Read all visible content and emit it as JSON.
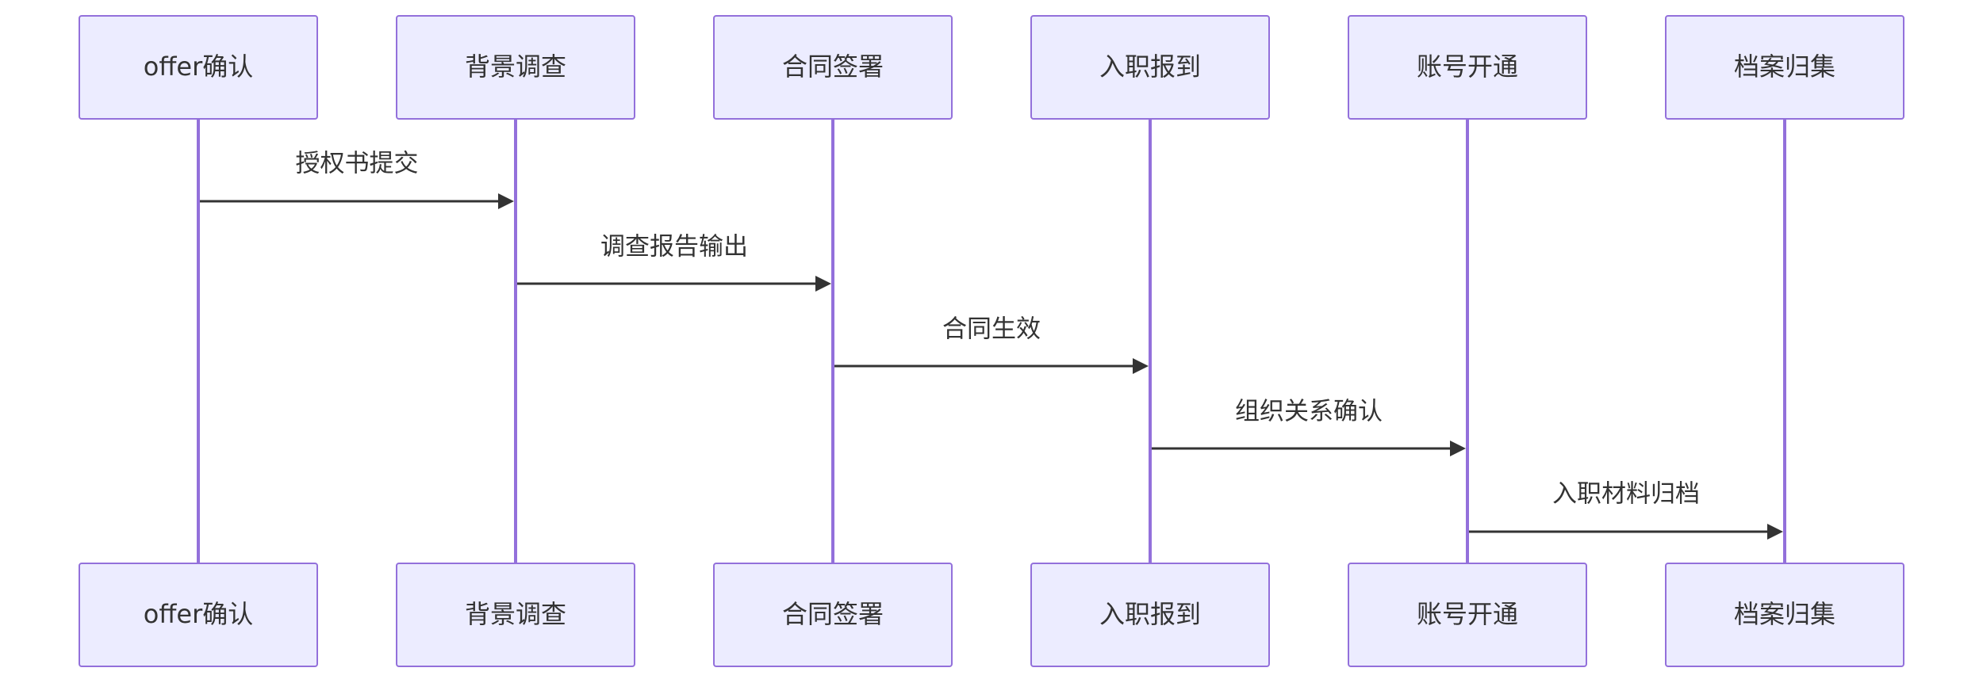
{
  "actors": [
    {
      "id": "a0",
      "label": "offer确认"
    },
    {
      "id": "a1",
      "label": "背景调查"
    },
    {
      "id": "a2",
      "label": "合同签署"
    },
    {
      "id": "a3",
      "label": "入职报到"
    },
    {
      "id": "a4",
      "label": "账号开通"
    },
    {
      "id": "a5",
      "label": "档案归集"
    }
  ],
  "messages": [
    {
      "from": 0,
      "to": 1,
      "label": "授权书提交"
    },
    {
      "from": 1,
      "to": 2,
      "label": "调查报告输出"
    },
    {
      "from": 2,
      "to": 3,
      "label": "合同生效"
    },
    {
      "from": 3,
      "to": 4,
      "label": "组织关系确认"
    },
    {
      "from": 4,
      "to": 5,
      "label": "入职材料归档"
    }
  ],
  "colors": {
    "actor_fill": "#ECECFF",
    "actor_stroke": "#9370DB",
    "lifeline": "#9370DB",
    "message": "#333333",
    "text": "#333333"
  }
}
